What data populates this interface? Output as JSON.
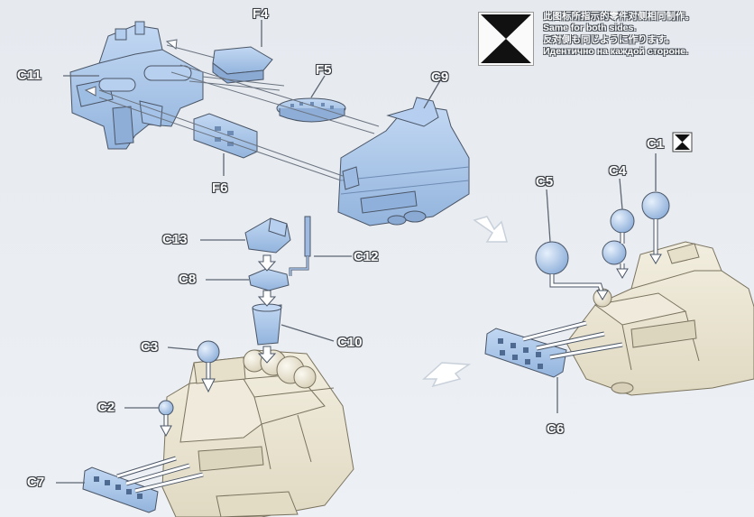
{
  "note": {
    "lines": [
      "此图标所指示的零件对侧相同制作。",
      "Same for both sides.",
      "反対側も同じように作ります。",
      "Идентично на каждой стороне."
    ],
    "symbol_icon": "same-both-sides-hourglass-icon"
  },
  "labels": {
    "f4": "F4",
    "f5": "F5",
    "f6": "F6",
    "c11": "C11",
    "c9": "C9",
    "c13": "C13",
    "c12": "C12",
    "c8": "C8",
    "c10": "C10",
    "c3": "C3",
    "c2": "C2",
    "c7": "C7",
    "c5": "C5",
    "c4": "C4",
    "c1": "C1",
    "c6": "C6"
  },
  "colors": {
    "part_blue": "#a9c6ea",
    "part_blue_dark": "#7f9dc4",
    "assembled_beige": "#ebe6d4",
    "assembled_shadow": "#d3ccb4",
    "outline": "#4a5566",
    "arrow_gray": "#c9d2de"
  }
}
